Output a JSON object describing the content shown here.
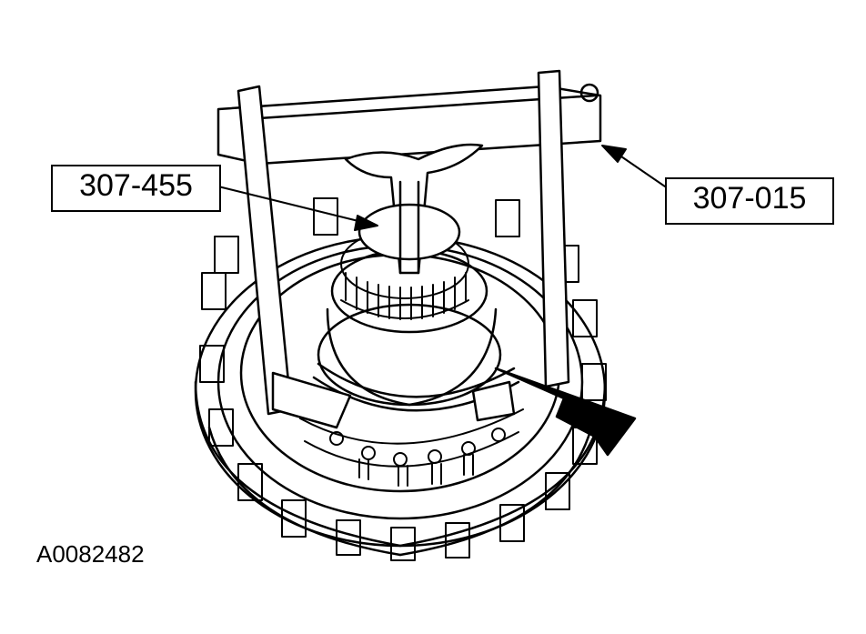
{
  "callouts": {
    "left_label": "307-455",
    "right_label": "307-015"
  },
  "figure_id": "A0082482",
  "colors": {
    "line": "#000000",
    "background": "#ffffff"
  }
}
